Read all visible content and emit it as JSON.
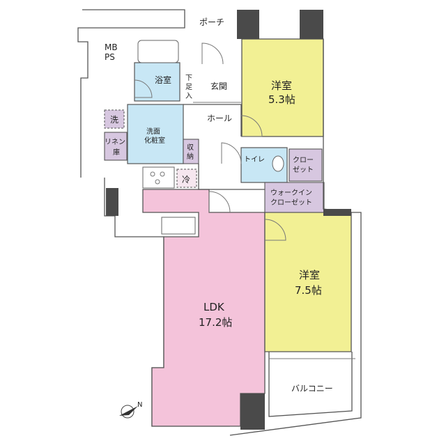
{
  "rooms": {
    "porch": "ポーチ",
    "mbps_line1": "MB",
    "mbps_line2": "PS",
    "bathroom": "浴室",
    "shoe_box_1": "下",
    "shoe_box_2": "足",
    "shoe_box_3": "入",
    "entrance": "玄関",
    "western_room_1": "洋室",
    "western_room_1_size": "5.3帖",
    "washer": "洗",
    "washroom_line1": "洗面",
    "washroom_line2": "化粧室",
    "hall": "ホール",
    "linen_line1": "リネン",
    "linen_line2": "庫",
    "storage_line1": "収",
    "storage_line2": "納",
    "toilet": "トイレ",
    "closet_line1": "クロー",
    "closet_line2": "ゼット",
    "fridge": "冷",
    "walkin_line1": "ウォークイン",
    "walkin_line2": "クローゼット",
    "western_room_2": "洋室",
    "western_room_2_size": "7.5帖",
    "ldk": "LDK",
    "ldk_size": "17.2帖",
    "balcony": "バルコニー",
    "north_mark": "N"
  },
  "colors": {
    "ldk": "#f4c3da",
    "western_room": "#f2f094",
    "utility": "#c8e7f5",
    "storage": "#d7c7e0",
    "wall": "#4a4a4a"
  }
}
